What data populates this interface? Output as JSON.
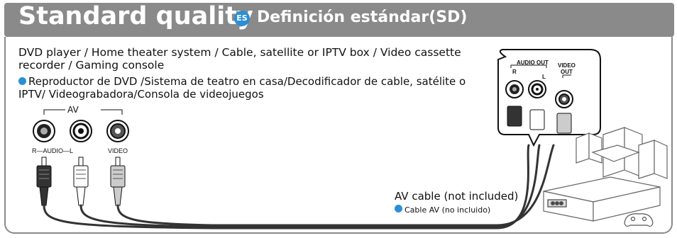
{
  "banner": {
    "title": "Standard quality",
    "es_badge": "ES",
    "subtitle": "Definición estándar(SD)"
  },
  "devices": {
    "english": "DVD player / Home theater system / Cable, satellite or IPTV box / Video cassette recorder / Gaming console",
    "spanish": "Reproductor de DVD /Sistema de teatro en casa/Decodificador de cable, satélite o IPTV/ Videograbadora/Consola de videojuegos"
  },
  "source_jacks": {
    "group_label": "AV",
    "audio_label": "R—AUDIO—L",
    "video_label": "VIDEO"
  },
  "tv_jacks": {
    "audio_out": "AUDIO OUT",
    "r": "R",
    "l": "L",
    "video_out_1": "VIDEO",
    "video_out_2": "OUT"
  },
  "cable": {
    "english": "AV cable (not included)",
    "spanish": "Cable AV (no incluido)"
  },
  "colors": {
    "banner": "#8a8a8a",
    "accent_blue": "#2a8fd6"
  }
}
